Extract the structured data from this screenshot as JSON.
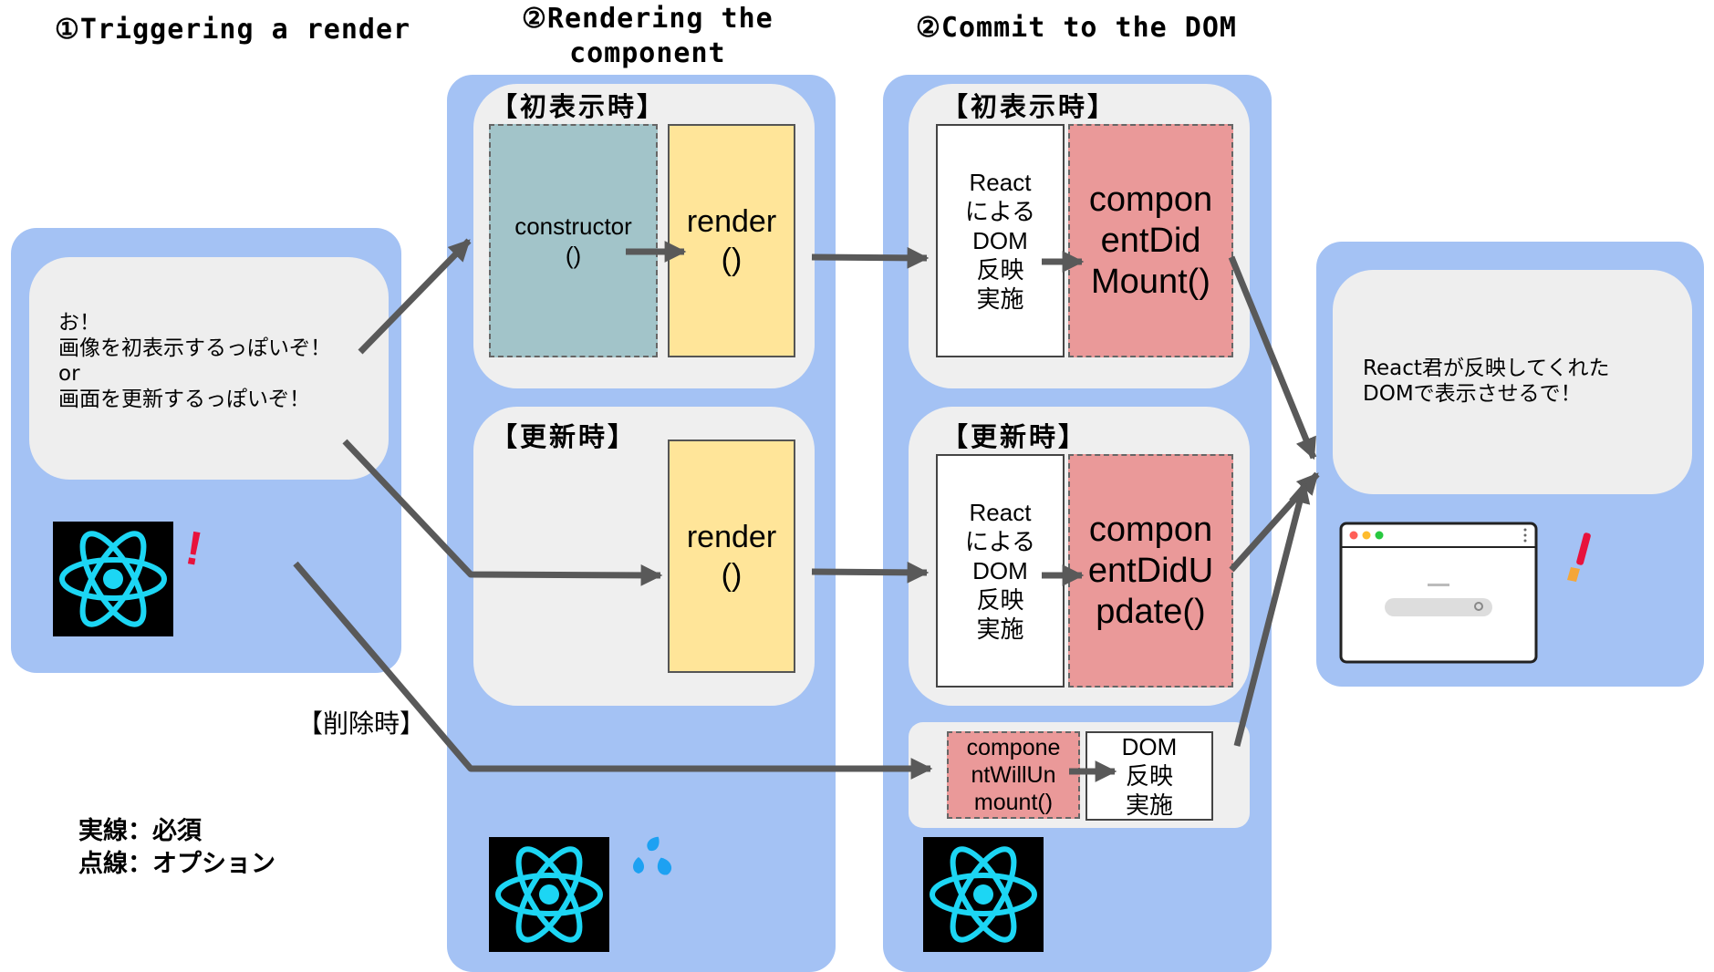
{
  "headings": {
    "trigger": "①Triggering a render",
    "render_line1": "②Rendering the",
    "render_line2": "component",
    "commit": "②Commit to the DOM"
  },
  "trigger_bubble": {
    "lines": [
      "お！",
      "画像を初表示するっぽいぞ！",
      "or",
      "画面を更新するっぽいぞ！"
    ]
  },
  "exclaim": "!",
  "render_phase": {
    "initial_label": "【初表示時】",
    "update_label": "【更新時】",
    "constructor_line1": "constructor",
    "constructor_line2": "()",
    "render_line1": "render",
    "render_line2": "()",
    "update_render_line1": "render",
    "update_render_line2": "()"
  },
  "commit_phase": {
    "initial_label": "【初表示時】",
    "update_label": "【更新時】",
    "react_dom_lines": [
      "React",
      "による",
      "DOM",
      "反映",
      "実施"
    ],
    "did_mount_lines": [
      "compon",
      "entDid",
      "Mount()"
    ],
    "did_update_lines": [
      "compon",
      "entDidU",
      "pdate()"
    ],
    "will_unmount_lines": [
      "compone",
      "ntWillUn",
      "mount()"
    ],
    "dom_apply_lines": [
      "DOM",
      "反映",
      "実施"
    ]
  },
  "delete_label": "【削除時】",
  "result_bubble": {
    "lines": [
      "React君が反映してくれた",
      "DOMで表示させるで！"
    ]
  },
  "legend": {
    "solid": "実線：必須",
    "dashed": "点線：オプション"
  },
  "icons": {
    "trigger_logo": "react-logo-icon",
    "render_logo": "react-logo-icon",
    "commit_logo": "react-logo-icon",
    "sweat": "sweat-drops-icon",
    "paintbrush": "paintbrush-icon",
    "browser": "browser-window-icon"
  },
  "colors": {
    "panel": "#a4c2f4",
    "card": "#efefef",
    "constructor_box": "#a2c4c9",
    "render_box": "#ffe599",
    "lifecycle_box": "#ea9999",
    "react_cyan": "#1cd6f4",
    "arrow": "#555555"
  }
}
